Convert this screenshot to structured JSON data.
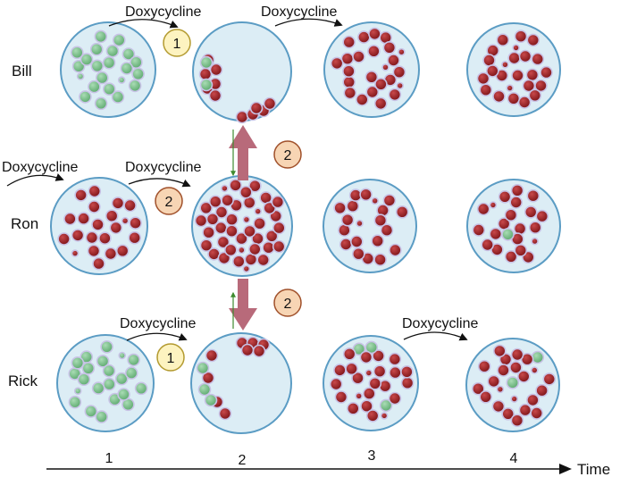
{
  "rows": [
    {
      "label": "Bill"
    },
    {
      "label": "Ron"
    },
    {
      "label": "Rick"
    }
  ],
  "antibiotic_labels": [
    {
      "text": "Doxycycline"
    },
    {
      "text": "Doxycycline"
    },
    {
      "text": "Doxycycline"
    },
    {
      "text": "Doxycycline"
    },
    {
      "text": "Doxycycline"
    },
    {
      "text": "Doxycycline"
    }
  ],
  "step_badges": [
    {
      "text": "1",
      "kind": "yellow"
    },
    {
      "text": "2",
      "kind": "orange"
    },
    {
      "text": "2",
      "kind": "orange"
    },
    {
      "text": "2",
      "kind": "orange"
    },
    {
      "text": "1",
      "kind": "yellow"
    }
  ],
  "timepoints": [
    "1",
    "2",
    "3",
    "4"
  ],
  "time_axis_label": "Time",
  "colors": {
    "dish_fill": "#dcedf5",
    "dish_stroke": "#5b9cc4",
    "resistant_cell": "#9b1b1e",
    "susceptible_cell": "#7fc690",
    "transfer_arrow": "#b86a7a",
    "badge_yellow_fill": "#fdf3c0",
    "badge_yellow_stroke": "#b39a2f",
    "badge_orange_fill": "#f7d5b4",
    "badge_orange_stroke": "#a0502a",
    "small_arrow": "#3e8a2e"
  },
  "icons": {
    "treatment_arrow": "curved-arrow-icon",
    "transfer_arrow": "thick-up-arrow-icon",
    "time_arrow": "arrow-right-icon"
  }
}
